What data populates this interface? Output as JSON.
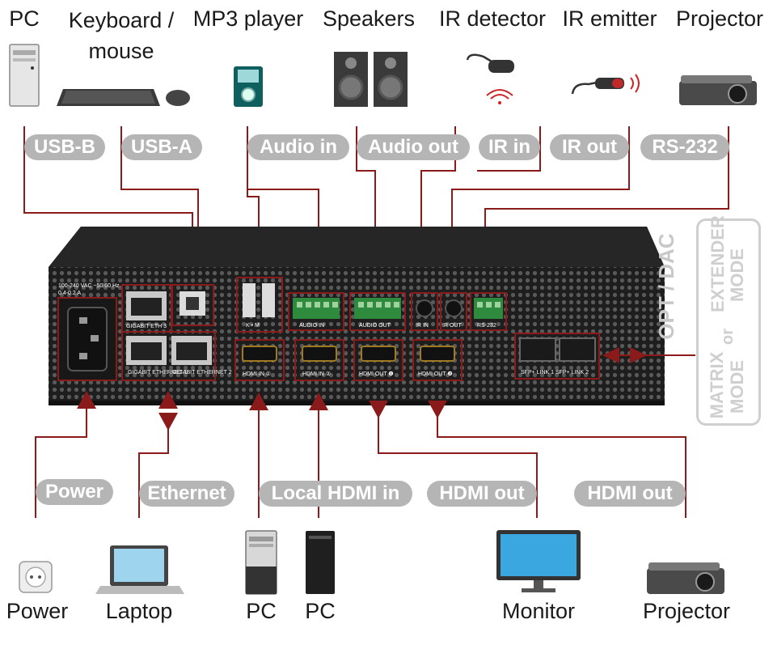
{
  "devices_top": [
    {
      "id": "pc",
      "label": "PC"
    },
    {
      "id": "keyboard",
      "label": "Keyboard / mouse"
    },
    {
      "id": "mp3",
      "label": "MP3 player"
    },
    {
      "id": "speakers",
      "label": "Speakers"
    },
    {
      "id": "irdet",
      "label": "IR detector"
    },
    {
      "id": "iremit",
      "label": "IR emitter"
    },
    {
      "id": "projector",
      "label": "Projector"
    }
  ],
  "ports_top": [
    {
      "id": "usbb",
      "label": "USB-B"
    },
    {
      "id": "usba",
      "label": "USB-A"
    },
    {
      "id": "audioin",
      "label": "Audio in"
    },
    {
      "id": "audioout",
      "label": "Audio out"
    },
    {
      "id": "irin",
      "label": "IR in"
    },
    {
      "id": "irout",
      "label": "IR out"
    },
    {
      "id": "rs232",
      "label": "RS-232"
    }
  ],
  "ports_bottom": [
    {
      "id": "power",
      "label": "Power"
    },
    {
      "id": "ethernet",
      "label": "Ethernet"
    },
    {
      "id": "localhdmi",
      "label": "Local HDMI in"
    },
    {
      "id": "hdmiout1",
      "label": "HDMI out"
    },
    {
      "id": "hdmiout2",
      "label": "HDMI out"
    }
  ],
  "devices_bottom": [
    {
      "id": "power",
      "label": "Power"
    },
    {
      "id": "laptop",
      "label": "Laptop"
    },
    {
      "id": "pc1",
      "label": "PC"
    },
    {
      "id": "pc2",
      "label": "PC"
    },
    {
      "id": "monitor",
      "label": "Monitor"
    },
    {
      "id": "projector",
      "label": "Projector"
    }
  ],
  "panel": {
    "power_rating": "100-240 VAC ~50/60 Hz",
    "power_current": "0.4-0.2 A",
    "eth3": "GIGABIT ETH 3",
    "eth1": "GIGABIT ETHERNET 1",
    "eth2": "GIGABIT ETHERNET 2",
    "usb_km": "K  •  M",
    "audio_in": "AUDIO IN",
    "audio_out": "AUDIO OUT",
    "ir_in": "IR IN",
    "ir_out": "IR OUT",
    "rs232": "RS-232",
    "hdmi_in1": "HDMI IN ①",
    "hdmi_in2": "HDMI IN ②",
    "hdmi_out1": "HDMI OUT ❶",
    "hdmi_out2": "HDMI OUT ❷",
    "sfp": "SFP+ LINK 1   SFP+ LINK 2"
  },
  "side": {
    "opt_dac": "OPT / DAC",
    "extender": "EXTENDER",
    "mode_top": "MODE",
    "or": "or",
    "matrix": "MATRIX",
    "mode_bottom": "MODE"
  },
  "colors": {
    "line": "#8b1a1a",
    "pill": "#b5b5b5",
    "chassis": "#2a2a2a",
    "mode_border": "#cfcfcf"
  }
}
